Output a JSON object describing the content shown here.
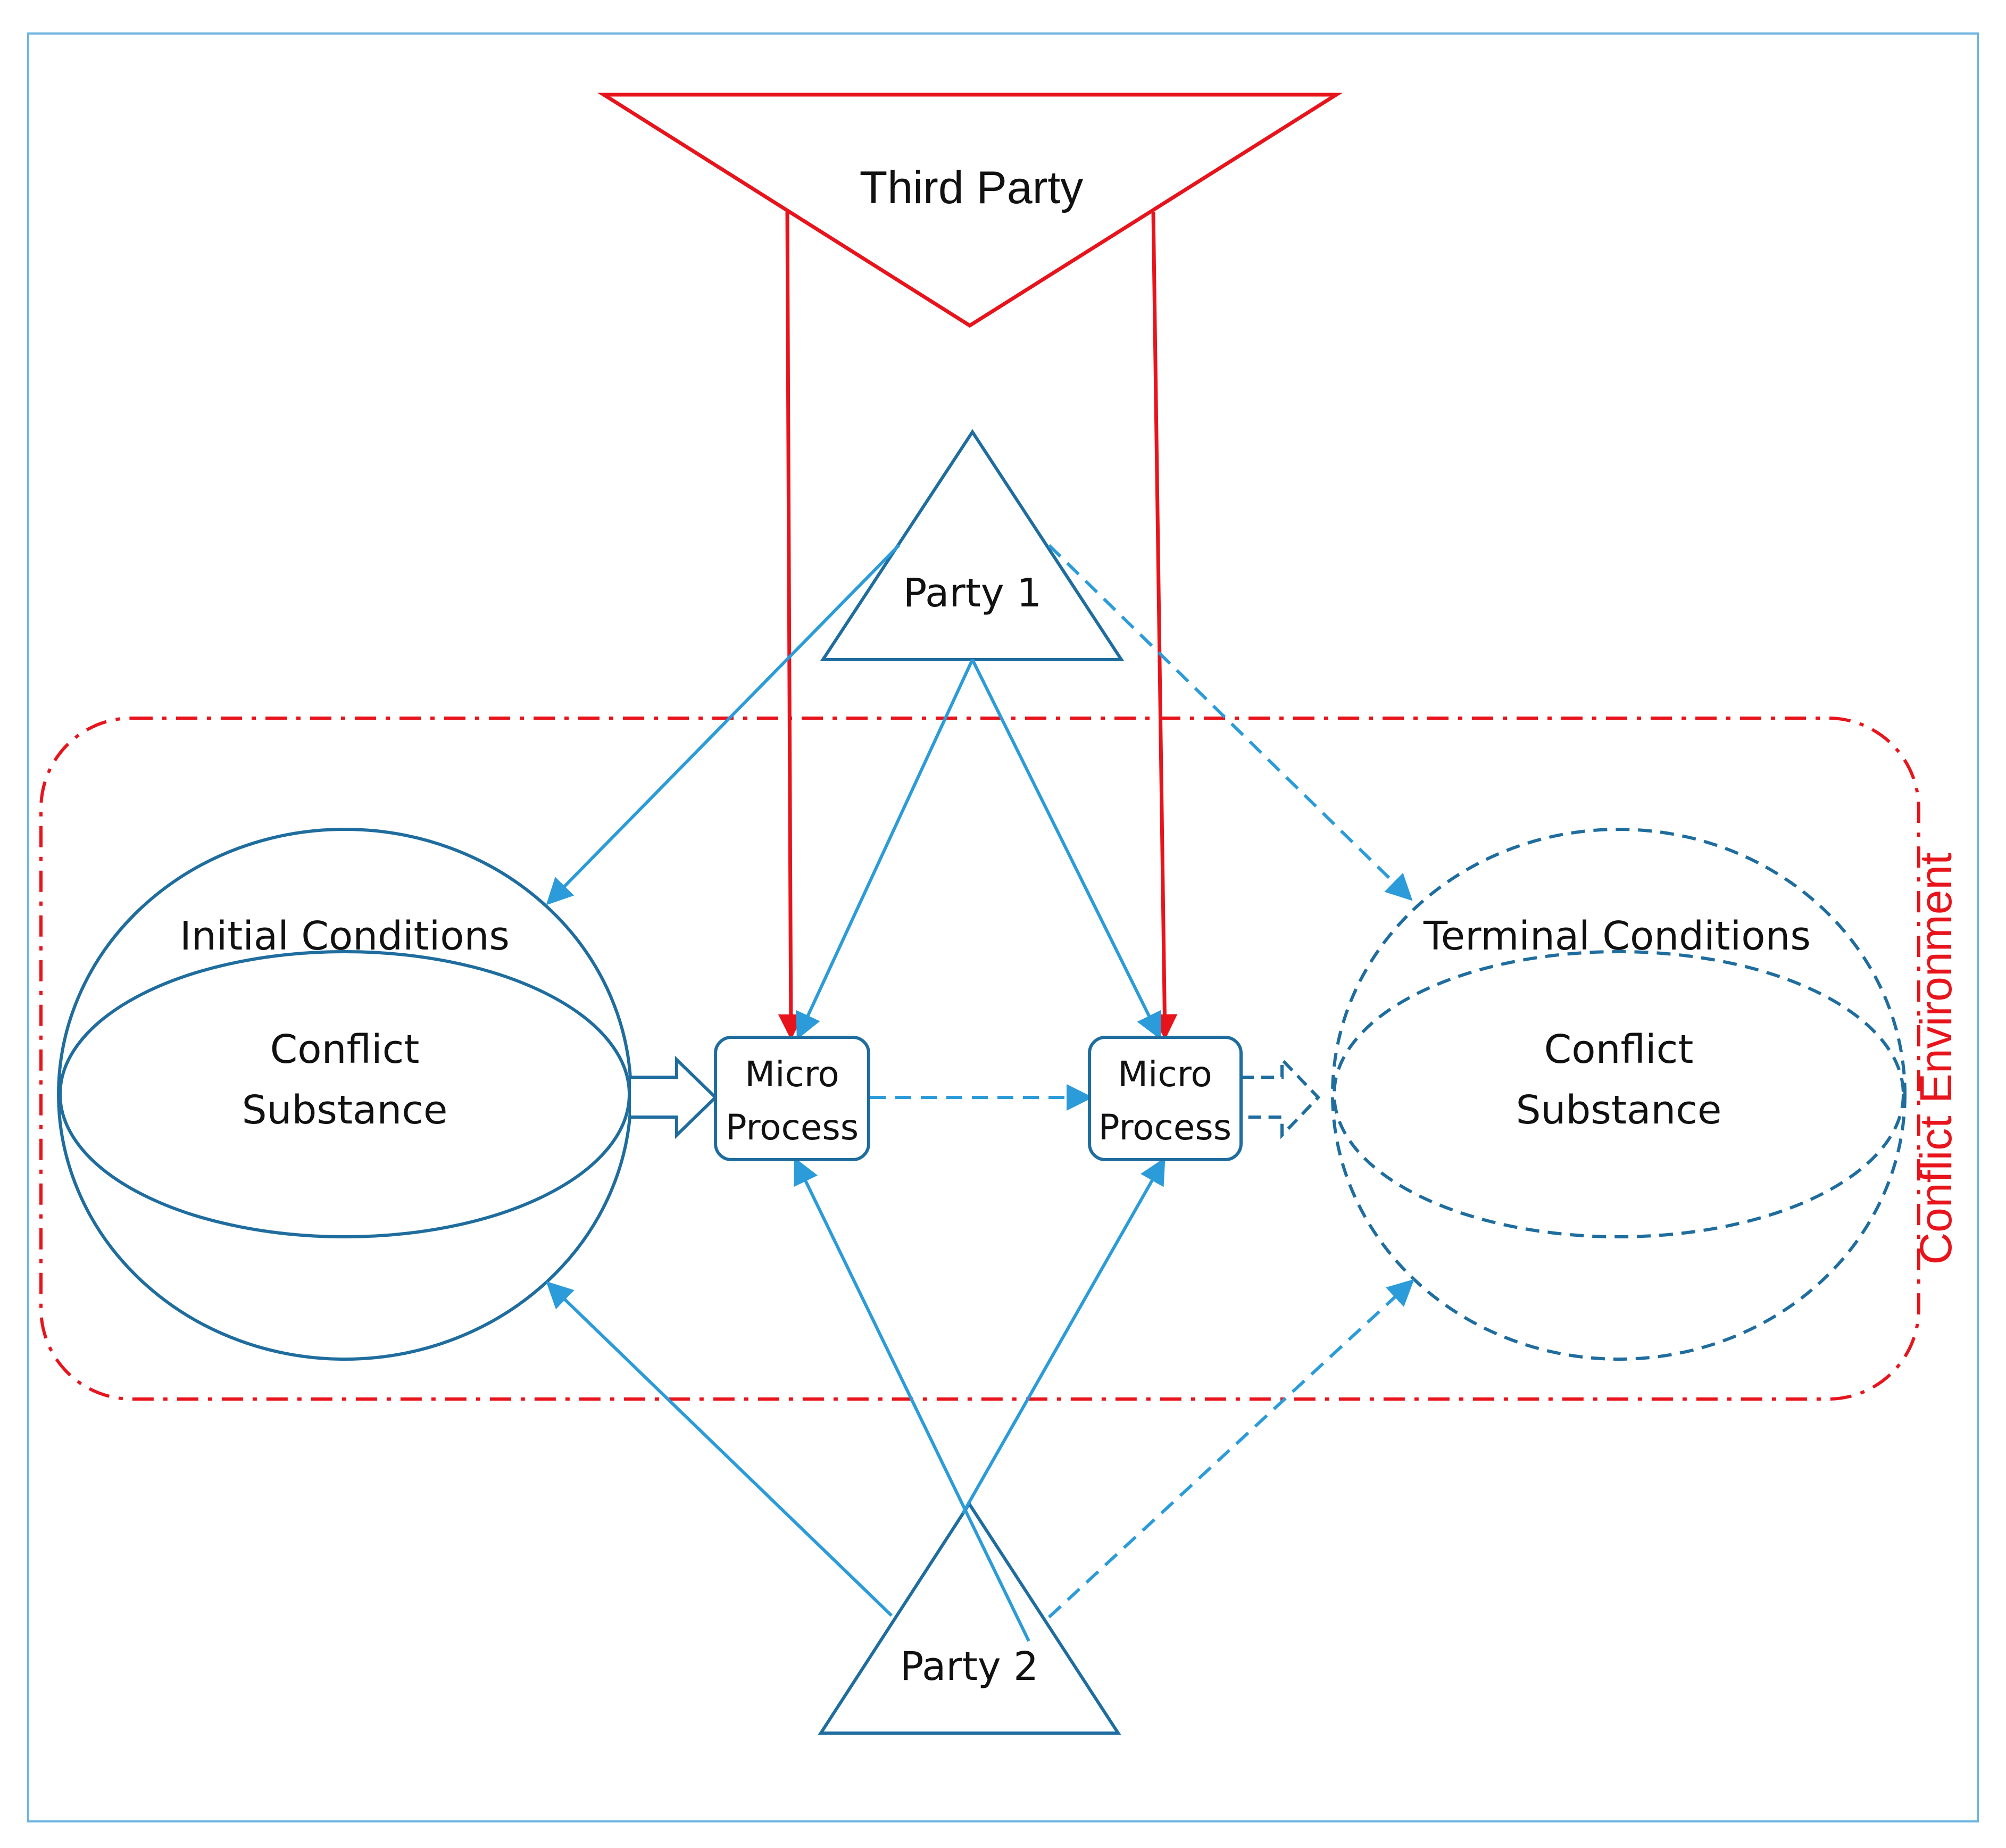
{
  "colors": {
    "frame": "#6fb5e0",
    "shape_stroke": "#1f6d9e",
    "arrow_blue": "#2b9bd9",
    "red": "#e8141c",
    "text": "#111111"
  },
  "third_party": {
    "label": "Third Party"
  },
  "party1": {
    "label": "Party 1"
  },
  "party2": {
    "label": "Party 2"
  },
  "initial": {
    "title": "Initial Conditions",
    "substance_line1": "Conflict",
    "substance_line2": "Substance"
  },
  "terminal": {
    "title": "Terminal Conditions",
    "substance_line1": "Conflict",
    "substance_line2": "Substance"
  },
  "micro1": {
    "line1": "Micro",
    "line2": "Process"
  },
  "micro2": {
    "line1": "Micro",
    "line2": "Process"
  },
  "environment": {
    "label": "Conflict Environment"
  }
}
